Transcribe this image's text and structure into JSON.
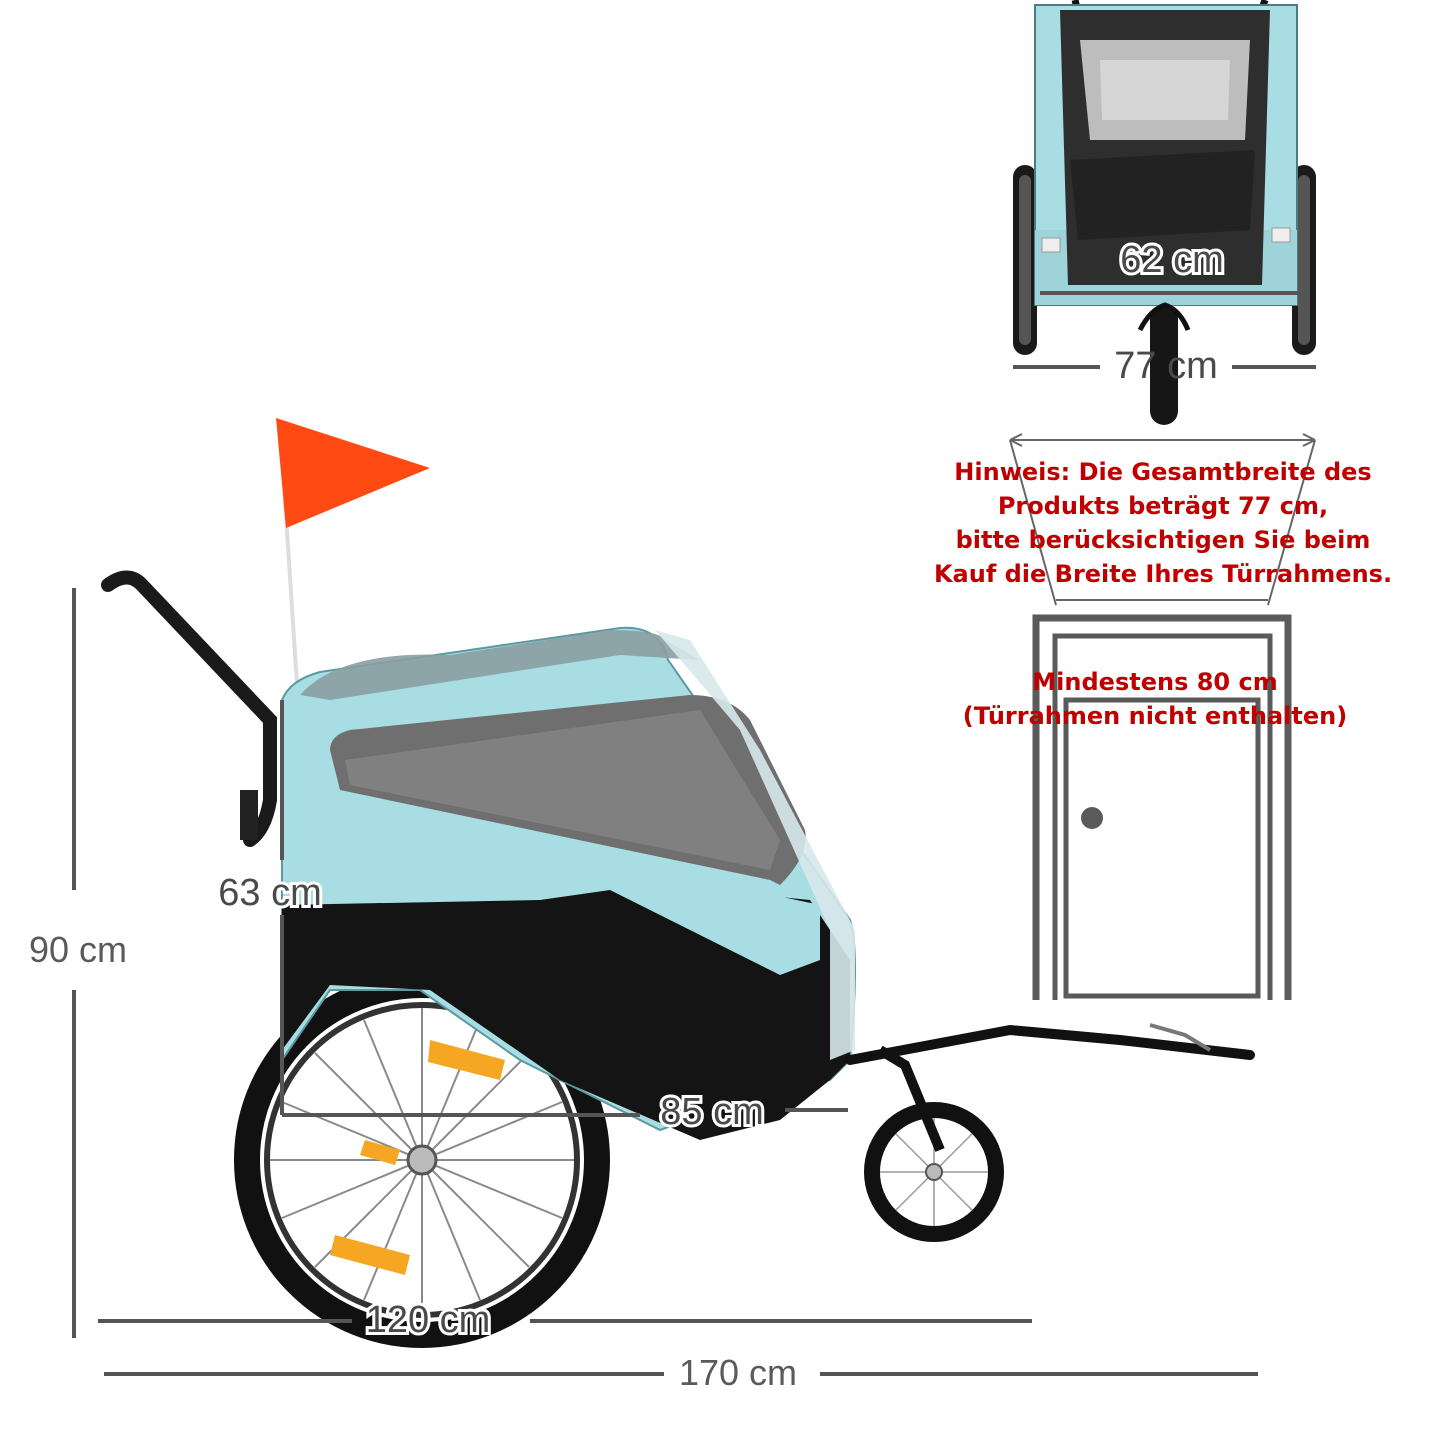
{
  "dimensions": {
    "height_total": "90 cm",
    "height_inner": "63 cm",
    "length_body": "85 cm",
    "length_trailer": "120 cm",
    "length_total": "170 cm",
    "width_inner": "62 cm",
    "width_total": "77 cm"
  },
  "note": {
    "line1": "Hinweis: Die Gesamtbreite des",
    "line2": "Produkts beträgt 77 cm,",
    "line3": "bitte berücksichtigen Sie beim",
    "line4": "Kauf die Breite Ihres Türrahmens."
  },
  "door_note": {
    "line1": "Mindestens 80 cm",
    "line2": "(Türrahmen nicht enthalten)"
  },
  "colors": {
    "fabric": "#a8dde3",
    "base": "#141414",
    "flag": "#ff4a14",
    "reflector": "#f5a623",
    "note_text": "#c00000",
    "dimension_line": "#555555"
  }
}
